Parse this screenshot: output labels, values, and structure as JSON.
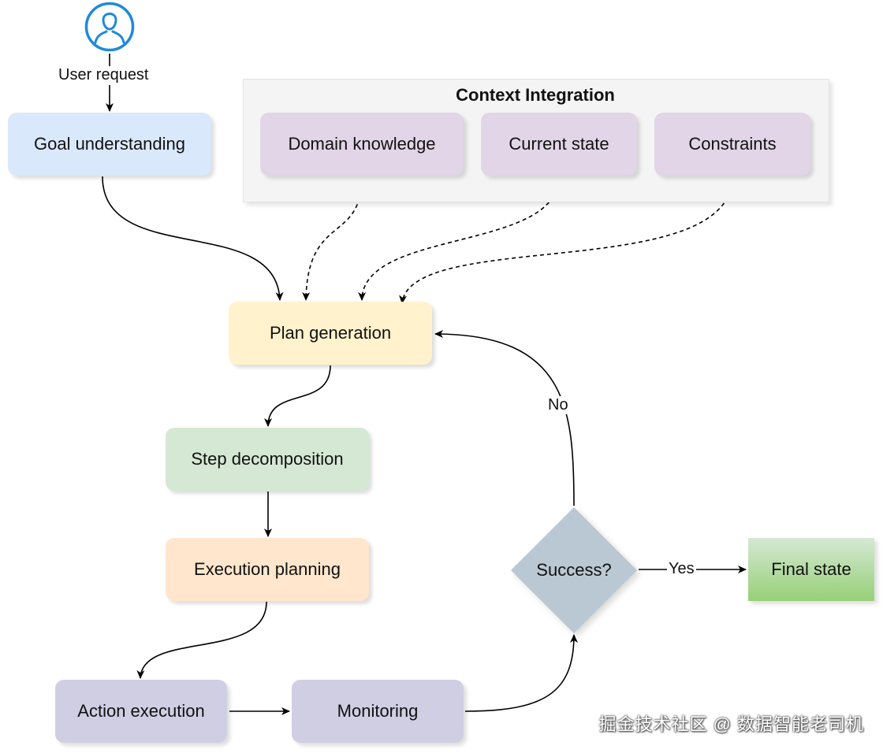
{
  "user": {
    "icon": "user-icon",
    "request_label": "User request"
  },
  "context_group": {
    "title": "Context Integration",
    "items": [
      "Domain knowledge",
      "Current state",
      "Constraints"
    ]
  },
  "nodes": {
    "goal_understanding": "Goal understanding",
    "plan_generation": "Plan generation",
    "step_decomposition": "Step decomposition",
    "execution_planning": "Execution planning",
    "action_execution": "Action execution",
    "monitoring": "Monitoring",
    "success_decision": "Success?",
    "final_state": "Final state"
  },
  "edge_labels": {
    "no": "No",
    "yes": "Yes"
  },
  "watermark": "掘金技术社区 @ 数据智能老司机",
  "colors": {
    "goal": "#dae8fc",
    "context_item": "#e1d5e7",
    "plan": "#fff2cc",
    "step": "#d5e8d4",
    "execution_planning": "#ffe6cc",
    "action": "#d0cee2",
    "decision": "#bac8d3",
    "final_state_top": "#d5e8d4",
    "final_state_bottom": "#97d077",
    "icon_blue": "#1f8ad8"
  }
}
